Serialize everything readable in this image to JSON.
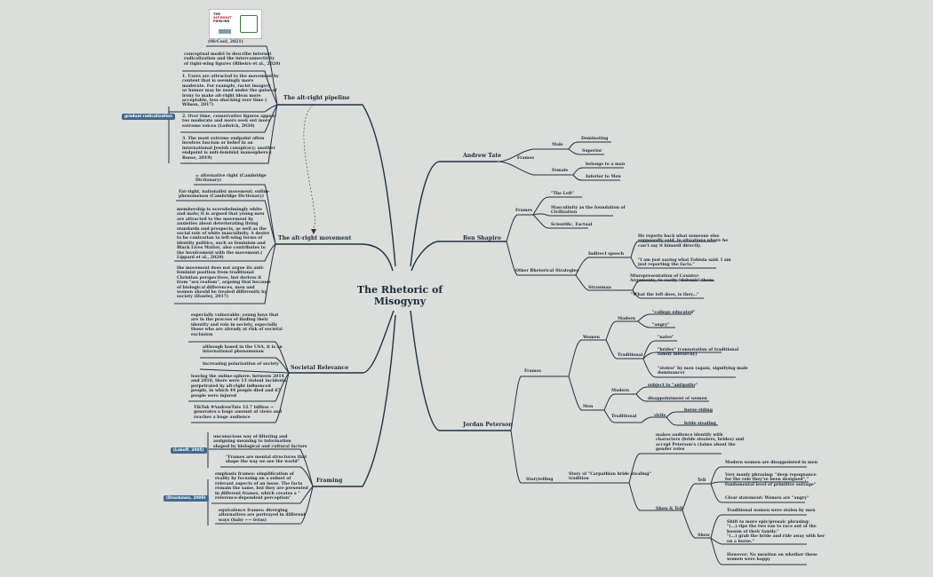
{
  "central": [
    "The Rhetoric of",
    "Misogyny"
  ],
  "top_image": {
    "title_lines": [
      "THE",
      "ALT-RIGHT",
      "PIPELINE"
    ],
    "caption": "(McCool, 2021)"
  },
  "pipeline": {
    "title": "The alt-right pipeline",
    "n1": [
      "conceptual model to describe internet",
      "radicalization and the interconnectivity",
      "of right-wing figures (Ribeiro et al., 2020)"
    ],
    "n2": [
      "1. Users are attracted to the movement by",
      "content that is seemingly more",
      "moderate. For example, racist imagery",
      "or humor may be used under the guise of",
      "irony to make alt-right ideas more",
      "acceptable, less shocking over time (",
      "Wilson, 2017)"
    ],
    "n3": [
      "2. Over time, conservative figures appear",
      "too moderate and users seek out more",
      "extreme voices (Lodwich, 2020)"
    ],
    "n4": [
      "3. The most extreme endpoint often",
      "involves fascism or belief in an",
      "international Jewish conspiracy; another",
      "endpoint is anti-feminist manosphere (",
      "Roose, 2019)"
    ],
    "tag": "gradual radicalization"
  },
  "movement": {
    "title": "The alt-right movement",
    "n1": [
      "= alternative right (Cambridge",
      "Dictionary)"
    ],
    "n2": [
      "Far-right, nationalist movement; online",
      "phenomenon (Cambridge Dictionary)"
    ],
    "n3": [
      "membership is overwhelmingly white",
      "and male; it is argued that young men",
      "are attracted to the movement by",
      "anxieties about deteriorating living",
      "standards and prospects, as well as the",
      "social role of white masculinity. A desire",
      "to be contrarian to left-wing forms of",
      "identity politics, such as feminism and",
      "Black Lives Matter, also contributes to",
      "the involvement with the movement.(",
      "Lippard et al., 2020)"
    ],
    "n4": [
      "the movement does not argue its anti-",
      "feminist position from traditional",
      "Christian perspectives, but derives it",
      "from \"sex realism\", arguing that because",
      "of biological differences, men and",
      "women should be treated differently by",
      "society (Hawley, 2017)"
    ]
  },
  "societal": {
    "title": "Societal Relevance",
    "n1": [
      "especially vulnerable: young boys that",
      "are in the process of finding their",
      "identity and role in society, especially",
      "those who are already at risk of societal",
      "exclusion"
    ],
    "n2": [
      "although based in the USA, it is an",
      "international phenomenon"
    ],
    "n3": [
      "increasing polarization of society"
    ],
    "n4": [
      "leaving the online-sphere: between 2014",
      "and 2018, there were 13 violent incidents",
      "perpetrated by alt-right influenced",
      "people, in which 44 people died and 67",
      "people were injured"
    ],
    "n5": [
      "TikTok #AndrewTate 12.7 billion →",
      "generates a huge amount of views and",
      "reaches a huge audience"
    ]
  },
  "framing": {
    "title": "Framing",
    "n1": [
      "unconscious way of filtering and",
      "assigning meaning to information",
      "shaped by biological and cultural factors"
    ],
    "n2": [
      "\"Frames are mental structures that",
      "shape the way we see the world\""
    ],
    "n3": [
      "emphasis frames: simplification of",
      "reality by focusing on a subset of",
      "relevant aspects of an issue. The facts",
      "remain the same, but they are presented",
      "in different frames, which creates a \"",
      "reference-dependent perception\""
    ],
    "n4": [
      "equivalence frames: diverging",
      "alternatives are portrayed in different",
      "ways (baby ←→ fetus)"
    ],
    "tag1": "(Lakoff, 2005)",
    "tag2": "(Druckman, 2009)"
  },
  "tate": {
    "title": "Andrew Tate",
    "frames": "Frames",
    "male": "Male",
    "dominating": "Dominating",
    "superior": "Superior",
    "female": "Female",
    "belongs": "belongs to a man",
    "inferior": "Inferior to Men"
  },
  "shapiro": {
    "title": "Ben Shapiro",
    "frames": "Frames",
    "left": "\"The Left\"",
    "masc": [
      "Masculinity as the foundation of",
      "Civilization"
    ],
    "sci": "Scientific, Factual",
    "other": "Other Rhetorical Strategies",
    "indirect": "Indirect speech",
    "ind1": [
      "He reports back what someone else",
      "supposedly said, in situations where he",
      "can't say it himself directly."
    ],
    "ind2": [
      "\"I am just saying what Fabiola said. I am",
      "just reporting the facts.\""
    ],
    "straw": "Strawman",
    "str1": [
      "Misrepresentation of Counter-",
      "Arguments, to easily \"debunk\" them."
    ],
    "str2": "\"What the left does, is they...\""
  },
  "peterson": {
    "title": "Jordan Peterson",
    "frames": "Frames",
    "women": "Women",
    "modern": "Modern",
    "college": "\"college educated\"",
    "angry": "\"angry\"",
    "traditional": "Traditional",
    "naive": "\"naive\"",
    "brides": [
      "\"brides\" (connotation of traditional",
      "family hierarchy)"
    ],
    "stolen": [
      "\"stolen\" by men (again, signifying male",
      "dominance)"
    ],
    "men": "Men",
    "men_modern": "Modern",
    "antipathy": "subject to \"antipathy\"",
    "disappointment": "disappointment of women",
    "men_traditional": "Traditional",
    "virile": "virile",
    "horse": "horse-riding",
    "bride_steal": "bride stealing",
    "storytelling": "Storytelling",
    "story": [
      "Story of \"Carpathian bride stealing\"",
      "tradition"
    ],
    "st1": [
      "makes audience identify with",
      "characters (bride stealers, brides) and",
      "accept Peterson's claims about the",
      "gender roles"
    ],
    "show_tell": "Show & Tell",
    "tell": "Tell",
    "tell1": "Modern women are disappointed in men",
    "tell2": [
      "Very manly phrasing: \"deep repugnance",
      "for the role they've been designed\",\"",
      "fundamental level of primitive outrage\""
    ],
    "tell3": "Clear statement: Women are \"angry\"",
    "show": "Show",
    "show1": "Traditional women were stolen by men",
    "show2": [
      "Shift to more epic/prosaic phrasing:",
      "\"(...) ripe the two ran to race out of the",
      "bosom of their family.\"",
      "\"(...) grab the bride and ride away with her",
      "on a horse.\""
    ],
    "show3": [
      "However: No mention on whether these",
      "women were happy"
    ]
  }
}
